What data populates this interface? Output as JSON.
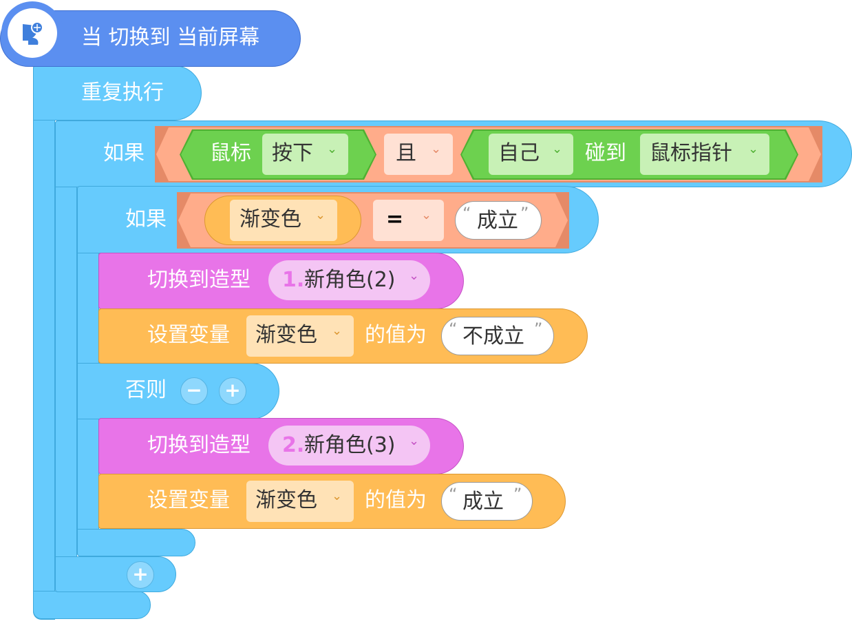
{
  "hat": {
    "label": "当 切换到 当前屏幕",
    "icon": "satellite-dish-icon"
  },
  "forever": {
    "label": "重复执行"
  },
  "if_outer": {
    "label": "如果",
    "cond_left": {
      "sprite": "鼠标",
      "action": "按下"
    },
    "operator": "且",
    "cond_right": {
      "target": "自己",
      "verb": "碰到",
      "object": "鼠标指针"
    }
  },
  "if_inner": {
    "label": "如果",
    "variable": "渐变色",
    "comparator": "=",
    "value": "成立"
  },
  "then_block": {
    "switch_label": "切换到造型",
    "costume_index": "1.",
    "costume_name": "新角色(2)",
    "set_label": "设置变量",
    "set_variable": "渐变色",
    "set_mid": "的值为",
    "set_value": "不成立"
  },
  "else_label": "否则",
  "else_minus": "−",
  "else_plus": "+",
  "else_block": {
    "switch_label": "切换到造型",
    "costume_index": "2.",
    "costume_name": "新角色(3)",
    "set_label": "设置变量",
    "set_variable": "渐变色",
    "set_mid": "的值为",
    "set_value": "成立"
  },
  "add_plus": "+",
  "quote_open": "“",
  "quote_close": "”",
  "chevron": "⌄",
  "colors": {
    "control": "#66cbfd",
    "event": "#5b8ff0",
    "looks": "#e874e8",
    "variable": "#ffbc55",
    "operator": "#ffac8a",
    "sensing": "#6dd14f"
  }
}
